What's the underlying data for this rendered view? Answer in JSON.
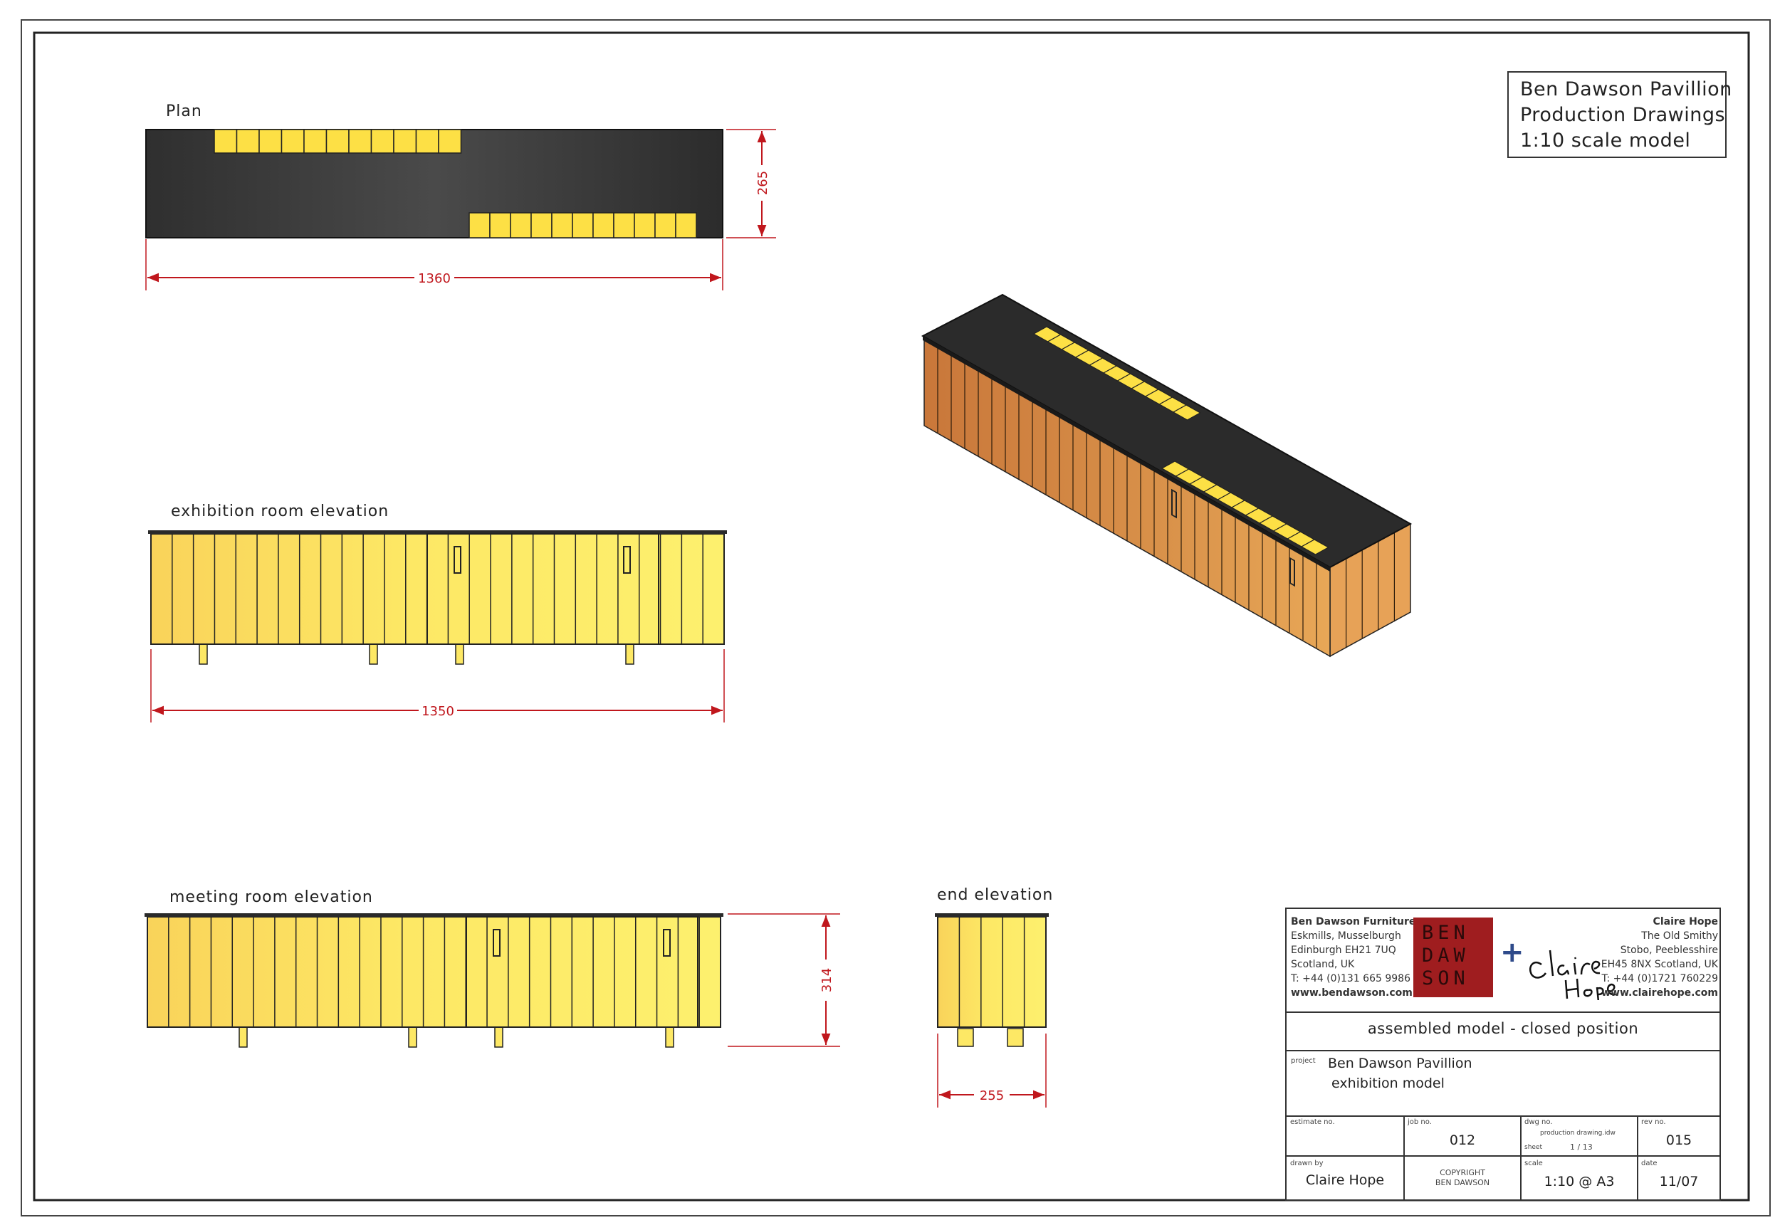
{
  "drawing_title": {
    "line1": "Ben Dawson Pavillion",
    "line2": "Production Drawings",
    "line3": "1:10 scale model"
  },
  "views": {
    "plan": "Plan",
    "exhibition": "exhibition room elevation",
    "meeting": "meeting room elevation",
    "end": "end elevation"
  },
  "dimensions": {
    "plan_width": "1360",
    "plan_depth": "265",
    "exhibition_width": "1350",
    "meeting_height": "314",
    "end_width": "255"
  },
  "title_block": {
    "company_left": {
      "name": "Ben Dawson Furniture",
      "lines": [
        "Eskmills, Musselburgh",
        "Edinburgh EH21 7UQ",
        "Scotland, UK",
        "T: +44 (0)131 665 9986"
      ],
      "web": "www.bendawson.com"
    },
    "logo_letters": [
      "BEN",
      "DAW",
      "SON"
    ],
    "plus": "+",
    "signature": "Claire Hope",
    "company_right": {
      "name": "Claire Hope",
      "lines": [
        "The Old Smithy",
        "Stobo, Peeblesshire",
        "EH45 8NX Scotland, UK",
        "T: +44 (0)1721 760229"
      ],
      "web": "www.clairehope.com"
    },
    "description": "assembled model - closed position",
    "project_label": "project",
    "project_name": "Ben Dawson Pavillion",
    "project_sub": "exhibition model",
    "estimate_label": "estimate no.",
    "job_label": "job no.",
    "job_value": "012",
    "dwg_label": "dwg no.",
    "dwg_file": "production drawing.idw",
    "sheet_label": "sheet",
    "sheet_value": "1   /   13",
    "rev_label": "rev no.",
    "rev_value": "015",
    "drawn_label": "drawn by",
    "drawn_value": "Claire Hope",
    "copyright_1": "COPYRIGHT",
    "copyright_2": "BEN DAWSON",
    "scale_label": "scale",
    "scale_value": "1:10 @ A3",
    "date_label": "date",
    "date_value": "11/07"
  },
  "colors": {
    "dimension": "#c0171d",
    "roof": "#333333",
    "cladding_light": "#fdec60",
    "cladding_mid": "#f8cf4e",
    "cladding_iso": "#d48a3c",
    "skylight": "#fde045",
    "logo": "#9f1d1f"
  }
}
